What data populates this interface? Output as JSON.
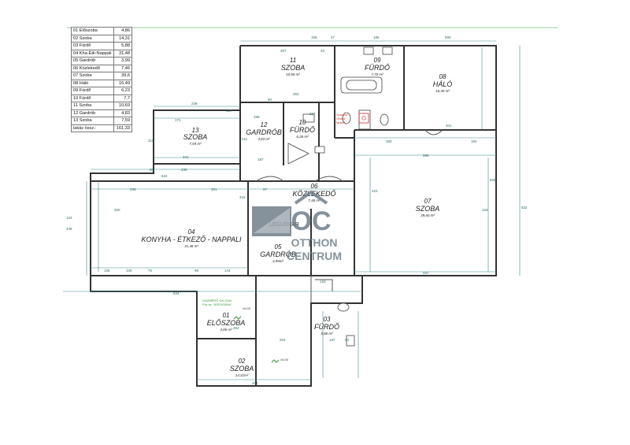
{
  "legend": {
    "rows": [
      {
        "name": "01 Előszoba",
        "value": "4,86"
      },
      {
        "name": "02 Szoba",
        "value": "14,31"
      },
      {
        "name": "03 Fürdő",
        "value": "5,88"
      },
      {
        "name": "04 Kha-Étk-Nappali",
        "value": "31,48"
      },
      {
        "name": "05 Gardrób",
        "value": "3,99"
      },
      {
        "name": "06 Közlekedő",
        "value": "7,46"
      },
      {
        "name": "07 Szoba",
        "value": "39,6"
      },
      {
        "name": "08 Háló",
        "value": "16,49"
      },
      {
        "name": "09 Fürdő",
        "value": "6,23"
      },
      {
        "name": "10 Fürdő",
        "value": "7,7"
      },
      {
        "name": "11 Szoba",
        "value": "10,69"
      },
      {
        "name": "12 Gardrób",
        "value": "4,83"
      },
      {
        "name": "13 Szoba",
        "value": "7,59"
      }
    ],
    "total_label": "lakás össz.:",
    "total_value": "161,33"
  },
  "rooms": {
    "r01": {
      "num": "01",
      "name": "ELŐSZOBA",
      "area": "4,86 m²"
    },
    "r02": {
      "num": "02",
      "name": "SZOBA",
      "area": "14,31m²"
    },
    "r03": {
      "num": "03",
      "name": "FÜRDŐ",
      "area": "5,88 m²"
    },
    "r04": {
      "num": "04",
      "name": "KONYHA - ÉTKEZŐ - NAPPALI",
      "area": "31,48 m²"
    },
    "r05": {
      "num": "05",
      "name": "GARDRÓB",
      "area": "3,99m²"
    },
    "r06": {
      "num": "06",
      "name": "KÖZLEKEDŐ",
      "area": "7,46 m²"
    },
    "r07": {
      "num": "07",
      "name": "SZOBA",
      "area": "39,60 m²"
    },
    "r08": {
      "num": "08",
      "name": "HÁLÓ",
      "area": "16,49 m²"
    },
    "r09": {
      "num": "09",
      "name": "FÜRDŐ",
      "area": "7,70 m²"
    },
    "r10": {
      "num": "10",
      "name": "FÜRDŐ",
      "area": "6,26 m²"
    },
    "r11": {
      "num": "11",
      "name": "SZOBA",
      "area": "10,69 m²"
    },
    "r12": {
      "num": "12",
      "name": "GARDRÓB",
      "area": "4,83 m²"
    },
    "r13": {
      "num": "13",
      "name": "SZOBA",
      "area": "7,59 m²"
    }
  },
  "labels": {
    "legudvar": "LÉGUDVAR",
    "sauna_1": "Szauna/",
    "sauna_2": "Otven/",
    "sauna_3": "tadam",
    "meter_1": "GÁZMÉRŐ GK-G4el",
    "meter_2": "Fsz ár.: 3037000044",
    "level_1": "±0,00",
    "level_2": "±0,00"
  },
  "dims": {
    "d1": "186",
    "d2": "590",
    "d3": "367",
    "d4": "47",
    "d5": "159",
    "d6": "40",
    "d7": "236",
    "d8": "137",
    "d9": "171",
    "d10": "341",
    "d11": "80",
    "d12": "186",
    "d13": "353",
    "d14": "227",
    "d15": "284",
    "d16": "401",
    "d17": "184",
    "d18": "596",
    "d19": "236",
    "d20": "301",
    "d21": "97",
    "d22": "136",
    "d23": "597",
    "d24": "130",
    "d25": "75",
    "d26": "89",
    "d27": "144",
    "d28": "834",
    "d29": "294",
    "d30": "204",
    "d31": "137",
    "d32": "63",
    "d33": "464",
    "d34": "153",
    "d35": "832",
    "d36": "123",
    "d37": "448",
    "d38": "319",
    "d39": "423",
    "d40": "164",
    "d41": "629",
    "d42": "250",
    "d43": "60",
    "d44": "239",
    "d45": "624",
    "d46": "318",
    "d47": "211",
    "d48": "187"
  },
  "logo": {
    "mark": "OC",
    "line1": "OTTHON",
    "line2": "CENTRUM"
  },
  "colors": {
    "wall": "#333333",
    "dimension": "#3a8a8a",
    "accent_green": "#2e9a2e",
    "accent_red": "#cc2a2a",
    "logo": "#6b7a86"
  }
}
